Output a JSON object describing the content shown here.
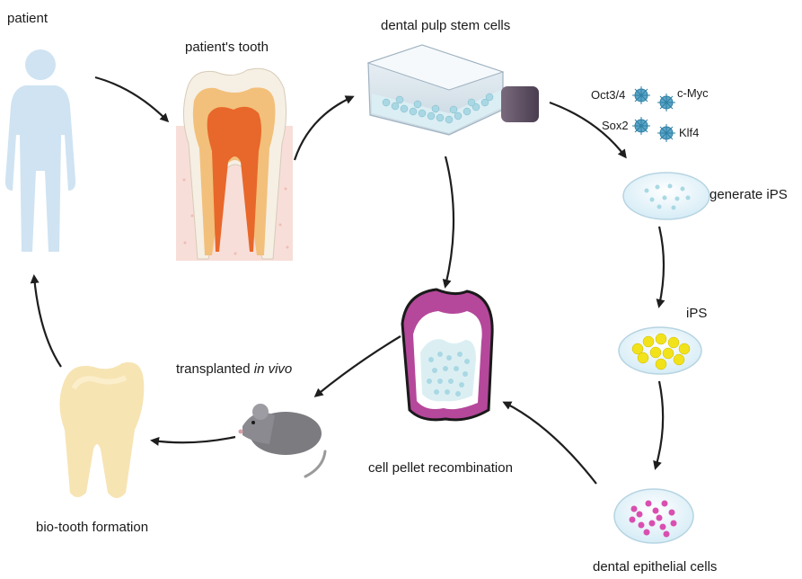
{
  "labels": {
    "patient": "patient",
    "patients_tooth": "patient's tooth",
    "dental_pulp_stem_cells": "dental pulp stem cells",
    "generate_ips": "generate iPS",
    "ips": "iPS",
    "dental_epithelial_cells": "dental epithelial cells",
    "cell_pellet_recombination": "cell pellet recombination",
    "transplanted": "transplanted ",
    "in_vivo": "in vivo",
    "bio_tooth_formation": "bio-tooth formation"
  },
  "factors": {
    "oct": "Oct3/4",
    "sox": "Sox2",
    "myc": "c-Myc",
    "klf": "Klf4"
  },
  "colors": {
    "human": "#cfe3f2",
    "tooth_enamel": "#f6efe4",
    "tooth_dentin": "#f2c07a",
    "tooth_pulp": "#e8672b",
    "gum": "#f4c9c4",
    "cells": "#a9d8e4",
    "ips_cells": "#f2e21a",
    "epithelial": "#d94fb0",
    "pellet_outer": "#b5489b",
    "factor": "#5aa6c8",
    "arrow": "#1e1e1e",
    "biotooth": "#f6dfa6"
  }
}
